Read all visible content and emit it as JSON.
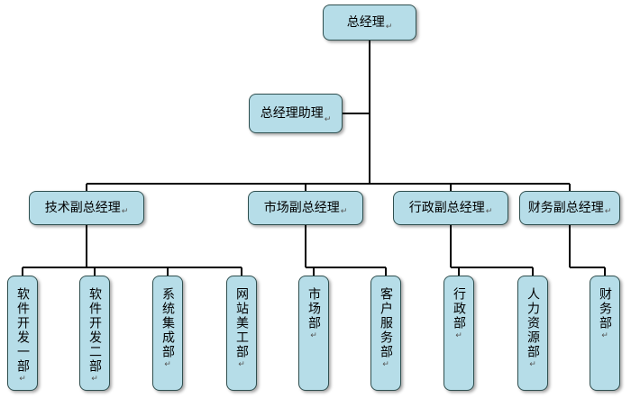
{
  "org": {
    "ceo": "总经理",
    "assistant": "总经理助理",
    "vps": [
      {
        "title": "技术副总经理",
        "depts": [
          "软件开发一部",
          "软件开发二部",
          "系统集成部",
          "网站美工部"
        ]
      },
      {
        "title": "市场副总经理",
        "depts": [
          "市场部",
          "客户服务部"
        ]
      },
      {
        "title": "行政副总经理",
        "depts": [
          "行政部",
          "人力资源部"
        ]
      },
      {
        "title": "财务副总经理",
        "depts": [
          "财务部"
        ]
      }
    ],
    "mark": "↵"
  },
  "colors": {
    "box_fill": "#b6dde8",
    "box_border": "#2f4f4f",
    "line": "#000000"
  }
}
